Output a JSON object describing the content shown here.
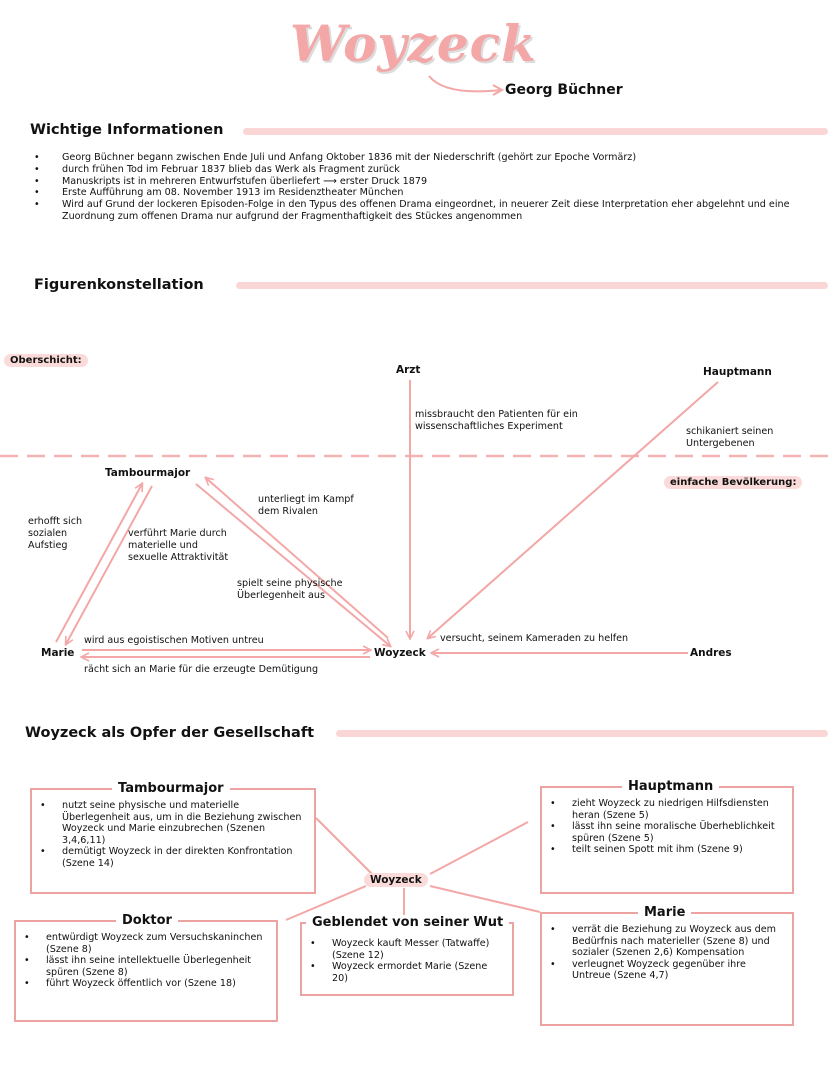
{
  "title": "Woyzeck",
  "author": "Georg Büchner",
  "sections": {
    "info_heading": "Wichtige Informationen",
    "figuren_heading": "Figurenkonstellation",
    "opfer_heading": "Woyzeck als Opfer der Gesellschaft"
  },
  "info": [
    "Georg Büchner begann zwischen Ende Juli und Anfang Oktober 1836 mit der Niederschrift (gehört zur Epoche Vormärz)",
    "durch frühen Tod im Februar 1837 blieb das Werk als Fragment zurück",
    "Manuskripts ist in mehreren Entwurfstufen überliefert ⟶ erster Druck 1879",
    "Erste Aufführung am 08. November 1913 im Residenztheater München",
    "Wird auf Grund der lockeren Episoden-Folge in den Typus des offenen Drama eingeordnet, in neuerer Zeit diese Interpretation eher abgelehnt und eine Zuordnung zum offenen Drama nur aufgrund der Fragmenthaftigkeit des Stückes angenommen"
  ],
  "konstellation": {
    "oberschicht": "Oberschicht:",
    "einfache": "einfache Bevölkerung:",
    "arzt": "Arzt",
    "hauptmann": "Hauptmann",
    "tambourmajor": "Tambourmajor",
    "marie": "Marie",
    "woyzeck": "Woyzeck",
    "andres": "Andres",
    "arzt_woyzeck": "missbraucht den Patienten für ein wissenschaftliches Experiment",
    "hauptmann_woyzeck": "schikaniert seinen Untergebenen",
    "woyzeck_tambour": "unterliegt im Kampf dem Rivalen",
    "tambour_woyzeck": "spielt seine physische Überlegenheit aus",
    "marie_tambour": "erhofft sich sozialen Aufstieg",
    "tambour_marie": "verführt Marie durch materielle und sexuelle Attraktivität",
    "marie_woyzeck": "wird aus egoistischen Motiven untreu",
    "woyzeck_marie": "rächt sich an Marie für die erzeugte Demütigung",
    "andres_woyzeck": "versucht, seinem Kameraden zu helfen"
  },
  "opfer": {
    "center": "Woyzeck",
    "tambourmajor": {
      "title": "Tambourmajor",
      "items": [
        "nutzt seine physische und materielle Überlegenheit aus, um in die Beziehung zwischen Woyzeck und Marie einzubrechen (Szenen 3,4,6,11)",
        "demütigt Woyzeck in der direkten Konfrontation (Szene 14)"
      ]
    },
    "hauptmann": {
      "title": "Hauptmann",
      "items": [
        "zieht Woyzeck zu niedrigen Hilfsdiensten heran (Szene 5)",
        "lässt ihn seine moralische Überheblichkeit spüren (Szene 5)",
        "teilt seinen Spott mit ihm (Szene 9)"
      ]
    },
    "doktor": {
      "title": "Doktor",
      "items": [
        "entwürdigt Woyzeck zum Versuchskaninchen (Szene 8)",
        "lässt ihn seine intellektuelle Überlegenheit spüren (Szene 8)",
        "führt Woyzeck öffentlich vor (Szene 18)"
      ]
    },
    "wut": {
      "title": "Geblendet von seiner Wut",
      "items": [
        "Woyzeck kauft Messer (Tatwaffe) (Szene 12)",
        "Woyzeck ermordet Marie (Szene 20)"
      ]
    },
    "marie": {
      "title": "Marie",
      "items": [
        "verrät die Beziehung zu Woyzeck aus dem Bedürfnis nach materieller (Szene 8) und sozialer (Szenen 2,6) Kompensation",
        "verleugnet Woyzeck gegenüber ihre Untreue (Szene 4,7)"
      ]
    }
  },
  "colors": {
    "accent": "#f3a7a7",
    "bar": "#fbd6d6",
    "line": "#eea3a3"
  }
}
